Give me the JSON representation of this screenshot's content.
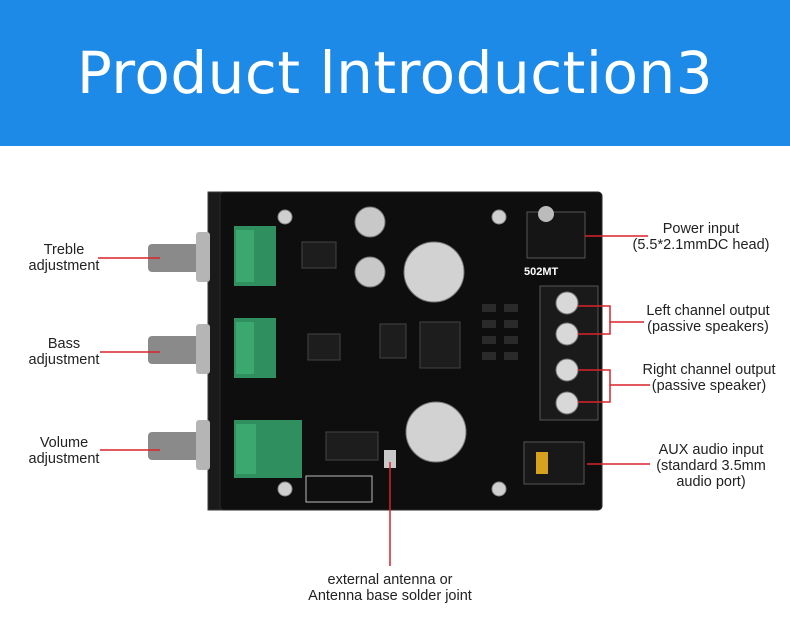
{
  "header": {
    "title": "Product lntroduction3"
  },
  "board": {
    "model_label": "502MT"
  },
  "callouts": {
    "treble": {
      "line1": "Treble",
      "line2": "adjustment"
    },
    "bass": {
      "line1": "Bass",
      "line2": "adjustment"
    },
    "volume": {
      "line1": "Volume",
      "line2": "adjustment"
    },
    "power": {
      "line1": "Power input",
      "line2": "(5.5*2.1mmDC head)"
    },
    "left_channel": {
      "line1": "Left channel output",
      "line2": "(passive speakers)"
    },
    "right_channel": {
      "line1": "Right channel output",
      "line2": "(passive speaker)"
    },
    "aux": {
      "line1": "AUX audio input",
      "line2": "(standard 3.5mm",
      "line3": "audio port)"
    },
    "antenna": {
      "line1": "external antenna or",
      "line2": "Antenna base solder joint"
    }
  },
  "colors": {
    "banner": "#1c8ae6",
    "pointer": "#d9232a",
    "pcb": "#111111"
  }
}
